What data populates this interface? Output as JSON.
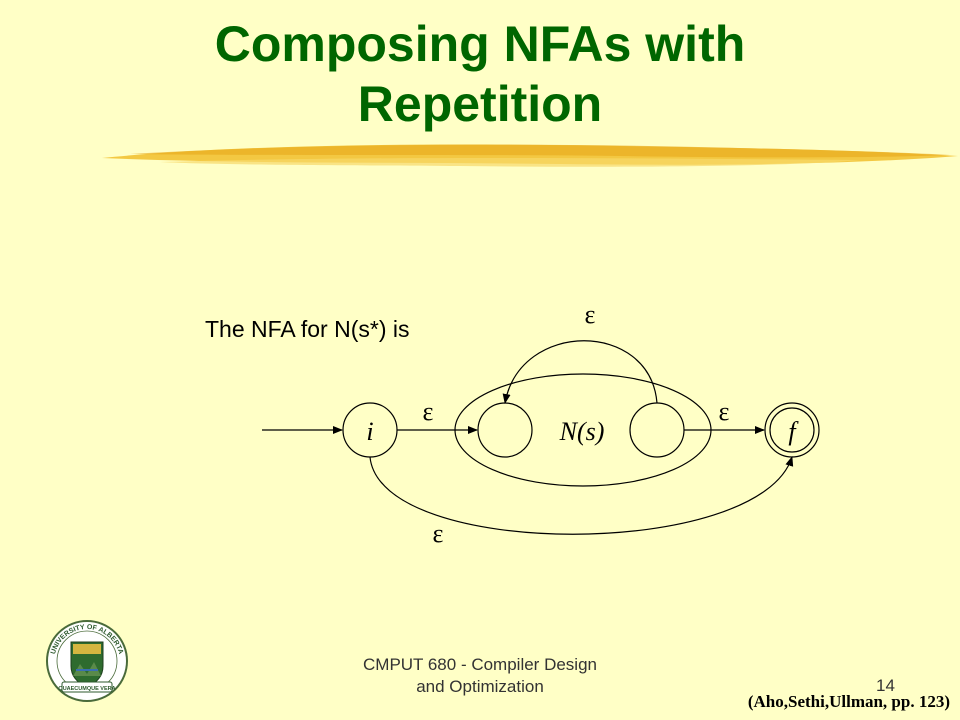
{
  "slide": {
    "title_line1": "Composing NFAs with",
    "title_line2": "Repetition",
    "intro": "The NFA for N(s*) is",
    "footer_line1": "CMPUT 680 - Compiler Design",
    "footer_line2": "and Optimization",
    "slide_number": "14",
    "citation": "(Aho,Sethi,Ullman, pp. 123)"
  },
  "diagram": {
    "state_start": "i",
    "state_final": "f",
    "subautomaton": "N(s)",
    "eps_loop": "ε",
    "eps_in": "ε",
    "eps_out": "ε",
    "eps_bypass": "ε"
  },
  "colors": {
    "background": "#ffffc6",
    "title": "#006600",
    "swoosh": "#f2c233"
  },
  "logo": {
    "text_top": "UNIVERSITY OF ALBERTA",
    "text_bottom": "QUAECUMQUE VERA"
  }
}
